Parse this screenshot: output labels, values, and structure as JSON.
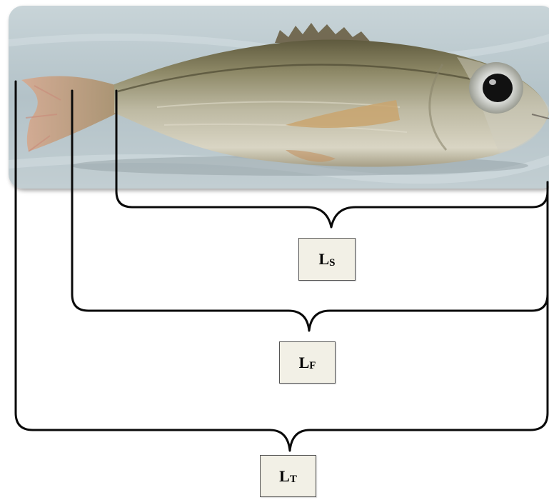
{
  "labels": {
    "standard_length": {
      "main": "L",
      "sub": "S"
    },
    "fork_length": {
      "main": "L",
      "sub": "F"
    },
    "total_length": {
      "main": "L",
      "sub": "T"
    }
  },
  "colors": {
    "bracket_line": "#0a0a0a",
    "label_box_fill": "#f2f0e6",
    "photo_background": "#b9c7cc",
    "fish_body": "#b7b39c",
    "fish_back": "#6f6a4c",
    "fish_belly": "#d8d4c2",
    "fin": "#c49a6b"
  },
  "icons": {
    "photo": "fish-photo",
    "bracket": "curly-brace"
  }
}
